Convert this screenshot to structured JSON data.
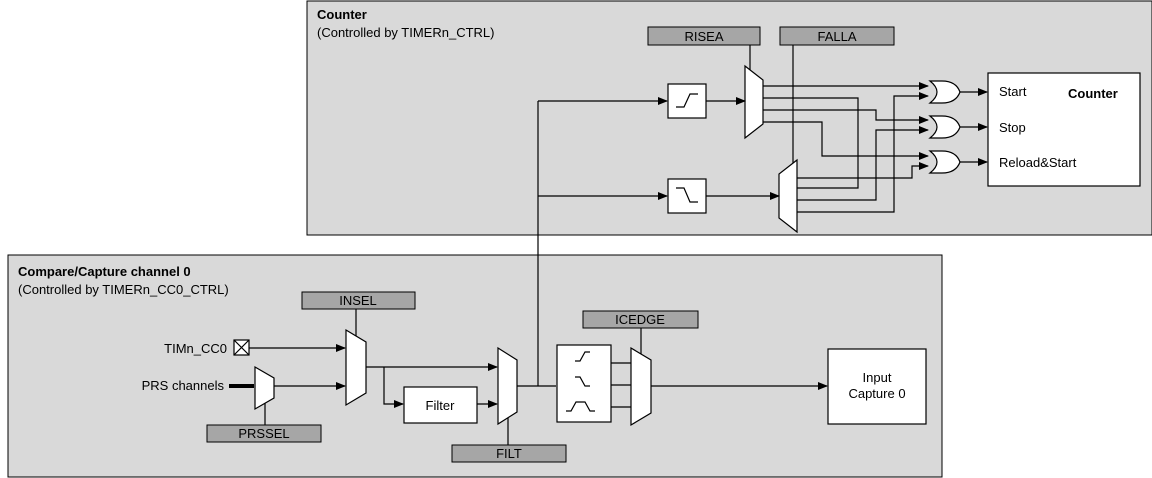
{
  "counter_block": {
    "title": "Counter",
    "subtitle": "(Controlled by TIMERn_CTRL)",
    "regs": {
      "risea": "RISEA",
      "falla": "FALLA"
    },
    "counter_box": {
      "title": "Counter",
      "start": "Start",
      "stop": "Stop",
      "reload": "Reload&Start"
    }
  },
  "cc_block": {
    "title": "Compare/Capture channel 0",
    "subtitle": "(Controlled by TIMERn_CC0_CTRL)",
    "regs": {
      "insel": "INSEL",
      "icedge": "ICEDGE",
      "prssel": "PRSSEL",
      "filt": "FILT"
    },
    "pins": {
      "timn_cc0": "TIMn_CC0",
      "prs": "PRS channels"
    },
    "filter": "Filter",
    "input_capture": {
      "line1": "Input",
      "line2": "Capture 0"
    }
  },
  "colors": {
    "panel": "#d9d9d9",
    "reg": "#a6a6a6",
    "box": "#ffffff",
    "wire": "#000000"
  }
}
